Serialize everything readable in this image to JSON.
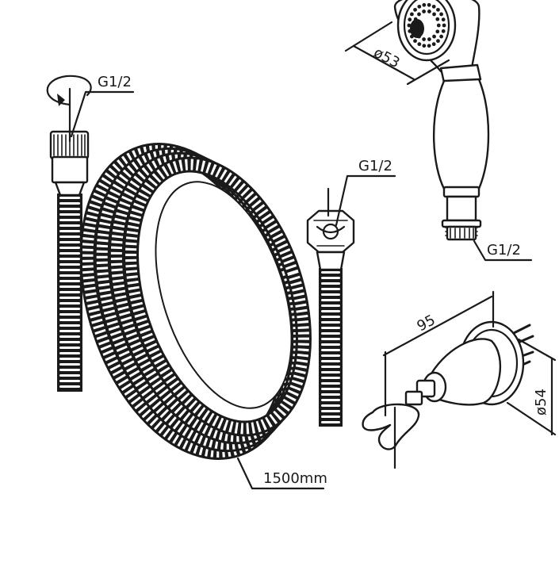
{
  "labels": {
    "hose_end_thread": "G1/2",
    "hose_nut_thread": "G1/2",
    "handset_thread": "G1/2",
    "hose_length": "1500mm",
    "head_diameter": "ø53",
    "holder_depth": "95",
    "holder_diameter": "ø54"
  },
  "colors": {
    "line": "#1a1a1a",
    "background": "#ffffff"
  }
}
